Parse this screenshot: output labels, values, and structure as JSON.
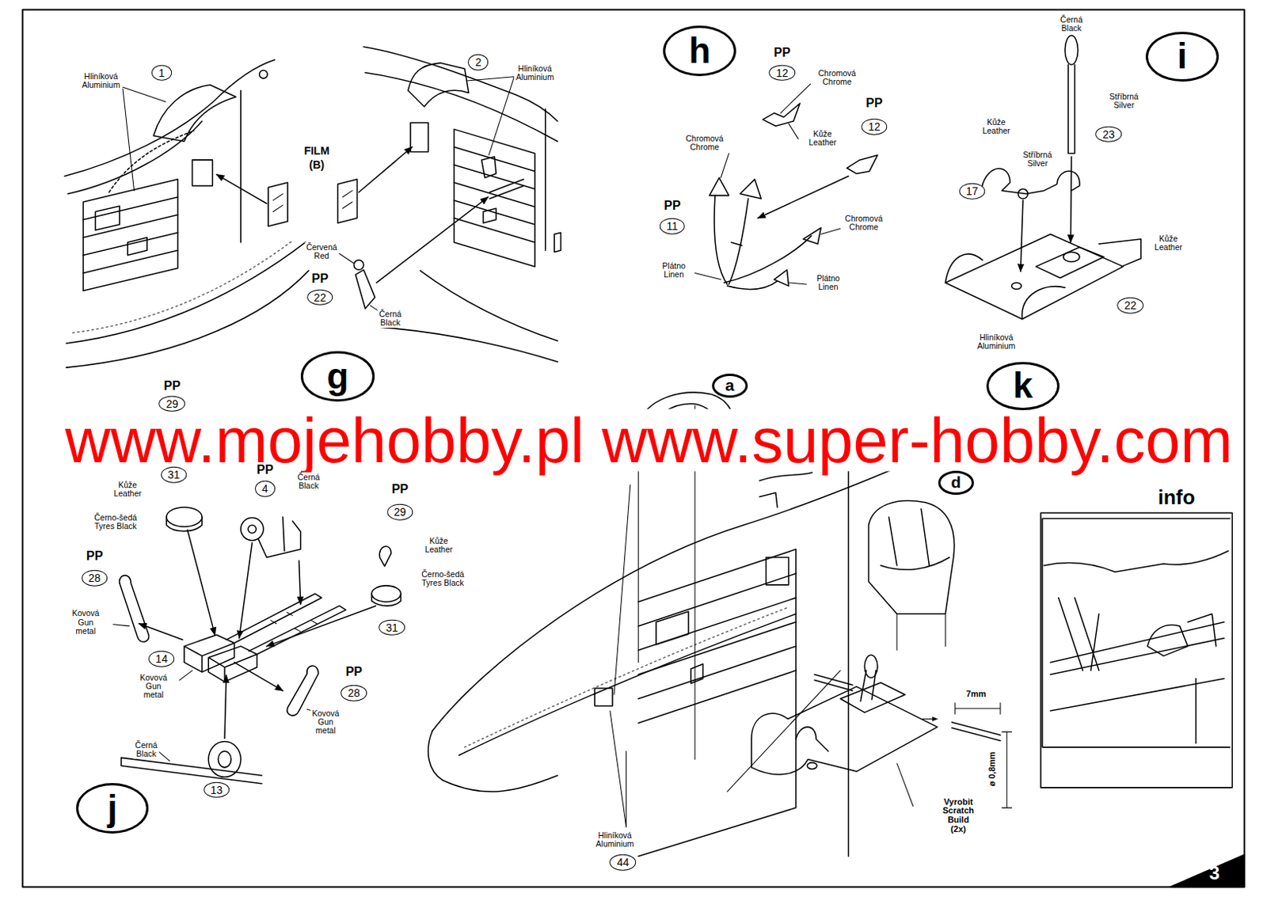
{
  "diagram": {
    "nodes": [
      {
        "text": [
          "h"
        ]
      },
      {
        "text": [
          "i"
        ]
      },
      {
        "text": [
          "g"
        ]
      },
      {
        "text": [
          "a"
        ]
      },
      {
        "text": [
          "k"
        ]
      },
      {
        "text": [
          "d"
        ]
      },
      {
        "text": [
          "j"
        ]
      }
    ],
    "labels": [
      "Hliníková Aluminium",
      "1",
      "2",
      "Hliníková Aluminium",
      "FILM (B)",
      "Červená Red",
      "PP",
      "22",
      "Černá Black",
      "PP",
      "12",
      "Chromová Chrome",
      "PP",
      "12",
      "Kůže Leather",
      "Chromová Chrome",
      "PP",
      "11",
      "Chromová Chrome",
      "Plátno Linen",
      "Plátno Linen",
      "Černá Black",
      "Stříbrná Silver",
      "23",
      "Kůže Leather",
      "Stříbrná Silver",
      "17",
      "Kůže Leather",
      "22",
      "Hliníková Aluminium",
      "www.mojehobby.pl www.super-hobby.com",
      "PP",
      "29",
      "Kůže Leather",
      "31",
      "Černo-šedá Tyres Black",
      "PP",
      "4",
      "Černá Black",
      "PP",
      "29",
      "Kůže Leather",
      "Černo-šedá Tyres Black",
      "31",
      "PP",
      "28",
      "Kovová Gun metal",
      "14",
      "Kovová Gun metal",
      "PP",
      "28",
      "Kovová Gun metal",
      "Černá Black",
      "13",
      "info",
      "7mm",
      "ø 0,8mm",
      "Vyrobit Scratch Build (2x)",
      "Hliníková Aluminium",
      "44",
      "3"
    ]
  }
}
